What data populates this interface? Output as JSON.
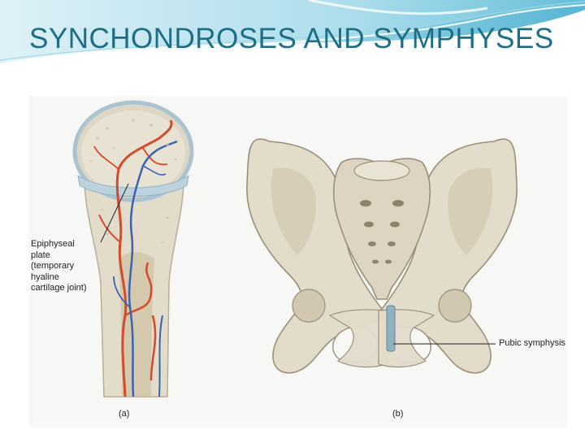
{
  "slide": {
    "title": "SYNCHONDROSES AND SYMPHYSES",
    "accent_color": "#1e6f86",
    "header_swoosh_color": "#6fc4dc"
  },
  "figure": {
    "epiphyseal_label": {
      "line1": "Epiphyseal",
      "line2": "plate",
      "line3": "(temporary",
      "line4": "hyaline",
      "line5": "cartilage joint)"
    },
    "pubic_label": "Pubic symphysis",
    "panel_a_label": "(a)",
    "panel_b_label": "(b)",
    "colors": {
      "bone": "#e3dccb",
      "cartilage": "#bcd3dd",
      "artery": "#d44a2c",
      "vein": "#3a63b0"
    }
  }
}
